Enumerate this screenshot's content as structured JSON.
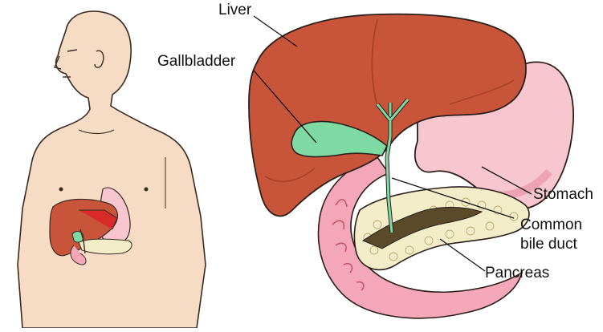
{
  "labels": {
    "liver": "Liver",
    "gallbladder": "Gallbladder",
    "stomach": "Stomach",
    "common_bile_duct_line1": "Common",
    "common_bile_duct_line2": "bile duct",
    "pancreas": "Pancreas"
  },
  "colors": {
    "skin": "#f6dcc4",
    "skin_outline": "#3a2a22",
    "liver": "#c8553a",
    "liver_dark": "#a63f28",
    "gallbladder": "#7fd9a3",
    "stomach": "#f7c6cf",
    "stomach_dark": "#e99aab",
    "pancreas": "#f3ecc8",
    "duct": "#5a4a2a",
    "intestine": "#f4a7b8"
  }
}
